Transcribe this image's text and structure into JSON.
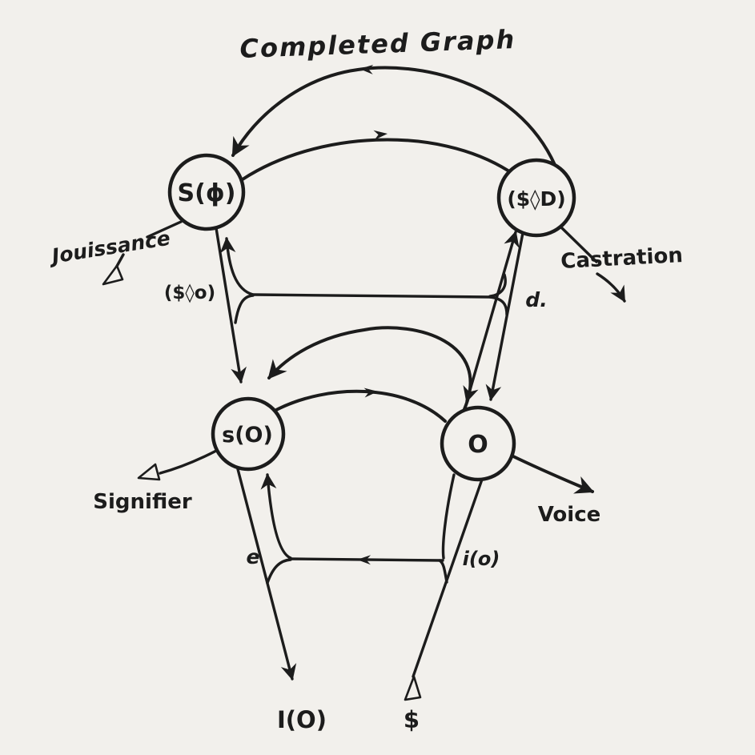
{
  "title": "Completed Graph",
  "colors": {
    "ink": "#1c1c1c",
    "paper": "#f2f0ec"
  },
  "nodes": {
    "signifier_barred_other": "S(ϕ)",
    "drive": "($◊D)",
    "signified_of_other": "s(O)",
    "big_other": "O"
  },
  "labels": {
    "jouissance": "Jouissance",
    "castration": "Castration",
    "signifier": "Signifier",
    "voice": "Voice",
    "fantasy": "($◊o)",
    "desire": "d.",
    "ego": "e",
    "ideal_image": "i(o)",
    "ego_ideal": "I(O)",
    "subject": "$"
  }
}
